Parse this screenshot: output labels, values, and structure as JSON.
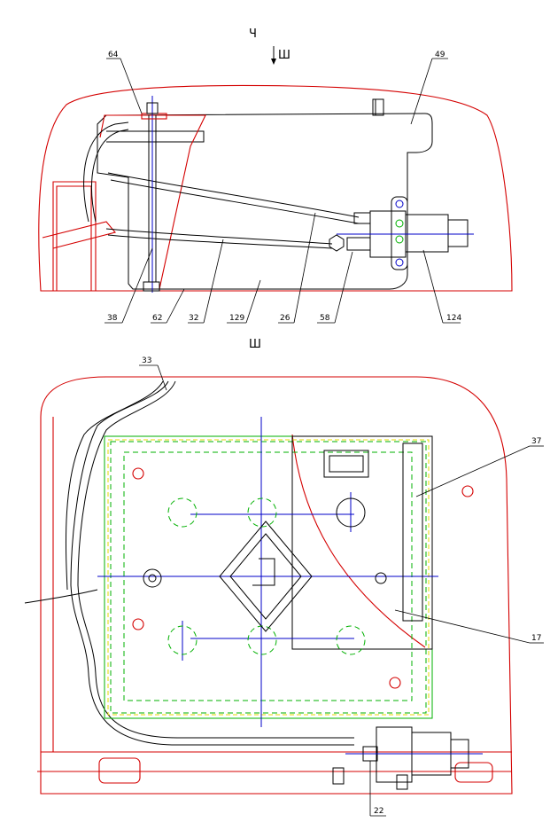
{
  "view_top_title": "Ч",
  "view_arrow_label": "Ш",
  "view_bottom_title": "Ш",
  "callouts_top": [
    "64",
    "49",
    "38",
    "62",
    "32",
    "129",
    "26",
    "58",
    "124"
  ],
  "callouts_bottom": [
    "33",
    "37",
    "17",
    "22"
  ],
  "colors": {
    "outline": "#d40000",
    "parts": "#000000",
    "axis": "#0000c8",
    "plate": "#00b000",
    "hidden": "#e6d800"
  }
}
